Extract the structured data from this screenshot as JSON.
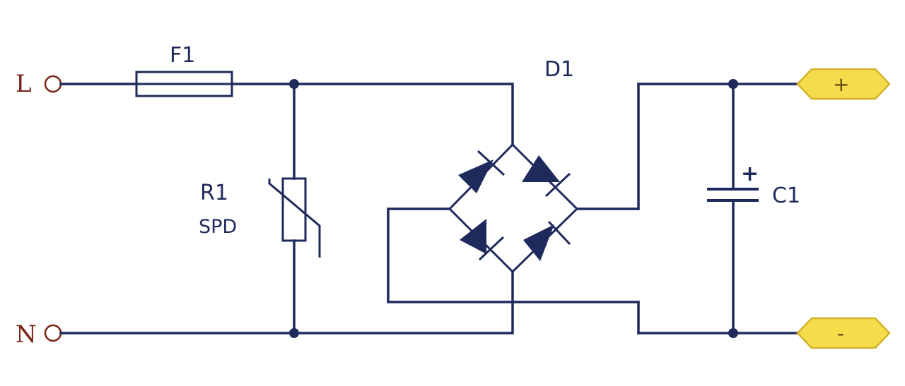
{
  "terminals": {
    "line": "L",
    "neutral": "N"
  },
  "components": {
    "fuse": "F1",
    "bridge": "D1",
    "varistor": "R1",
    "varistor_type": "SPD",
    "capacitor": "C1",
    "capacitor_polarity": "+"
  },
  "outputs": {
    "positive": "+",
    "negative": "-"
  },
  "colors": {
    "wire": "#1f2a5c",
    "input_terminal": "#7a2418",
    "output_terminal_fill": "#f4dc4a"
  }
}
